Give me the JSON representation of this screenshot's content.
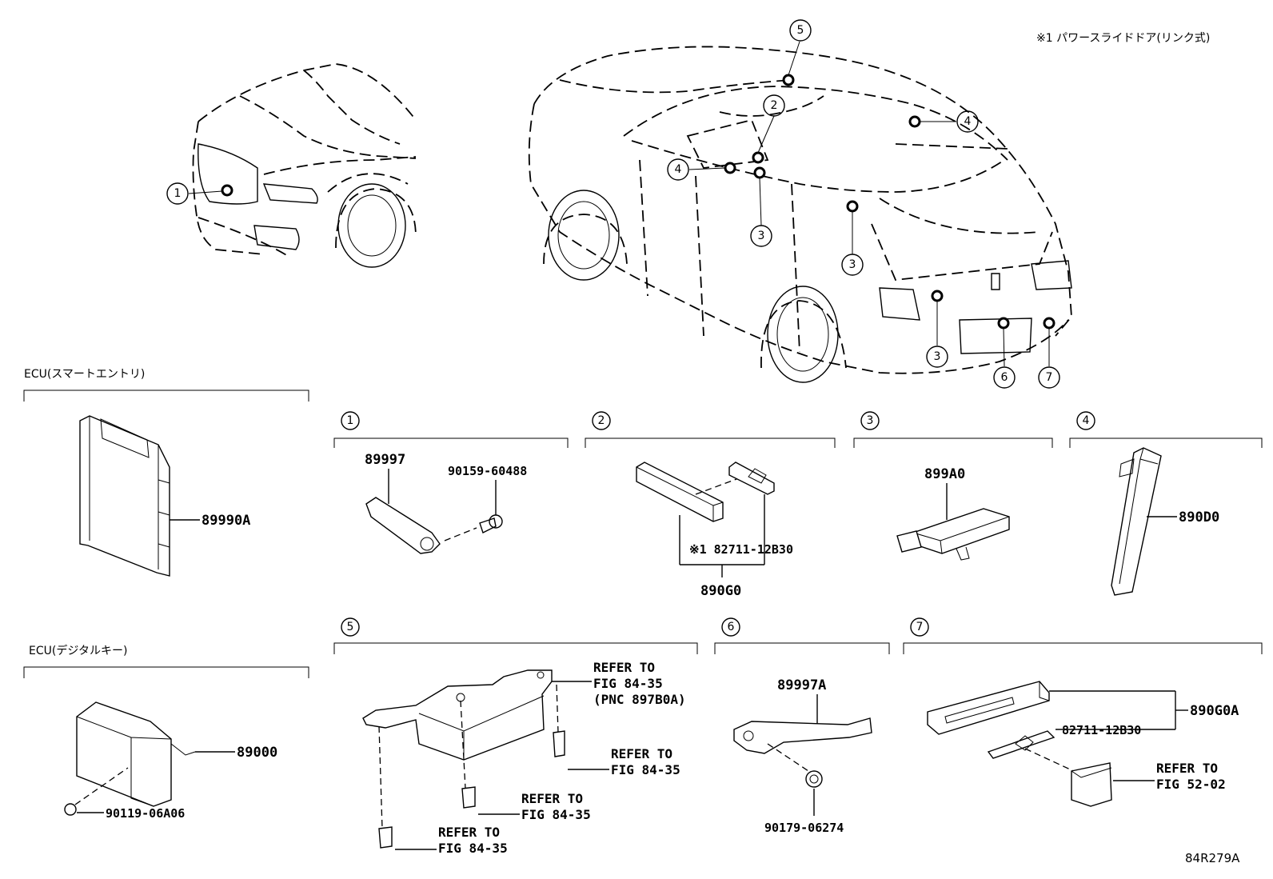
{
  "header_note": "※1 パワースライドドア(リンク式)",
  "figure_code": "84R279A",
  "ecu_smart_entry": {
    "title": "ECU(スマートエントリ)",
    "part": "89990A"
  },
  "ecu_digital_key": {
    "title": "ECU(デジタルキー)",
    "part": "89000",
    "bolt": "90119-06A06"
  },
  "callouts": [
    "1",
    "2",
    "3",
    "4",
    "5",
    "6",
    "7"
  ],
  "section1": {
    "num": "1",
    "part_a": "89997",
    "part_b": "90159-60488"
  },
  "section2": {
    "num": "2",
    "note": "※1 82711-12B30",
    "assy": "890G0"
  },
  "section3": {
    "num": "3",
    "part": "899A0"
  },
  "section4": {
    "num": "4",
    "part": "890D0"
  },
  "section5": {
    "num": "5",
    "ref_top_1": "REFER TO",
    "ref_top_2": "FIG 84-35",
    "ref_top_3": "(PNC 897B0A)",
    "ref_a_1": "REFER TO",
    "ref_a_2": "FIG 84-35",
    "ref_b_1": "REFER TO",
    "ref_b_2": "FIG 84-35",
    "ref_c_1": "REFER TO",
    "ref_c_2": "FIG 84-35"
  },
  "section6": {
    "num": "6",
    "part_a": "89997A",
    "part_b": "90179-06274"
  },
  "section7": {
    "num": "7",
    "part_a": "890G0A",
    "part_b": "82711-12B30",
    "ref_1": "REFER TO",
    "ref_2": "FIG 52-02"
  }
}
